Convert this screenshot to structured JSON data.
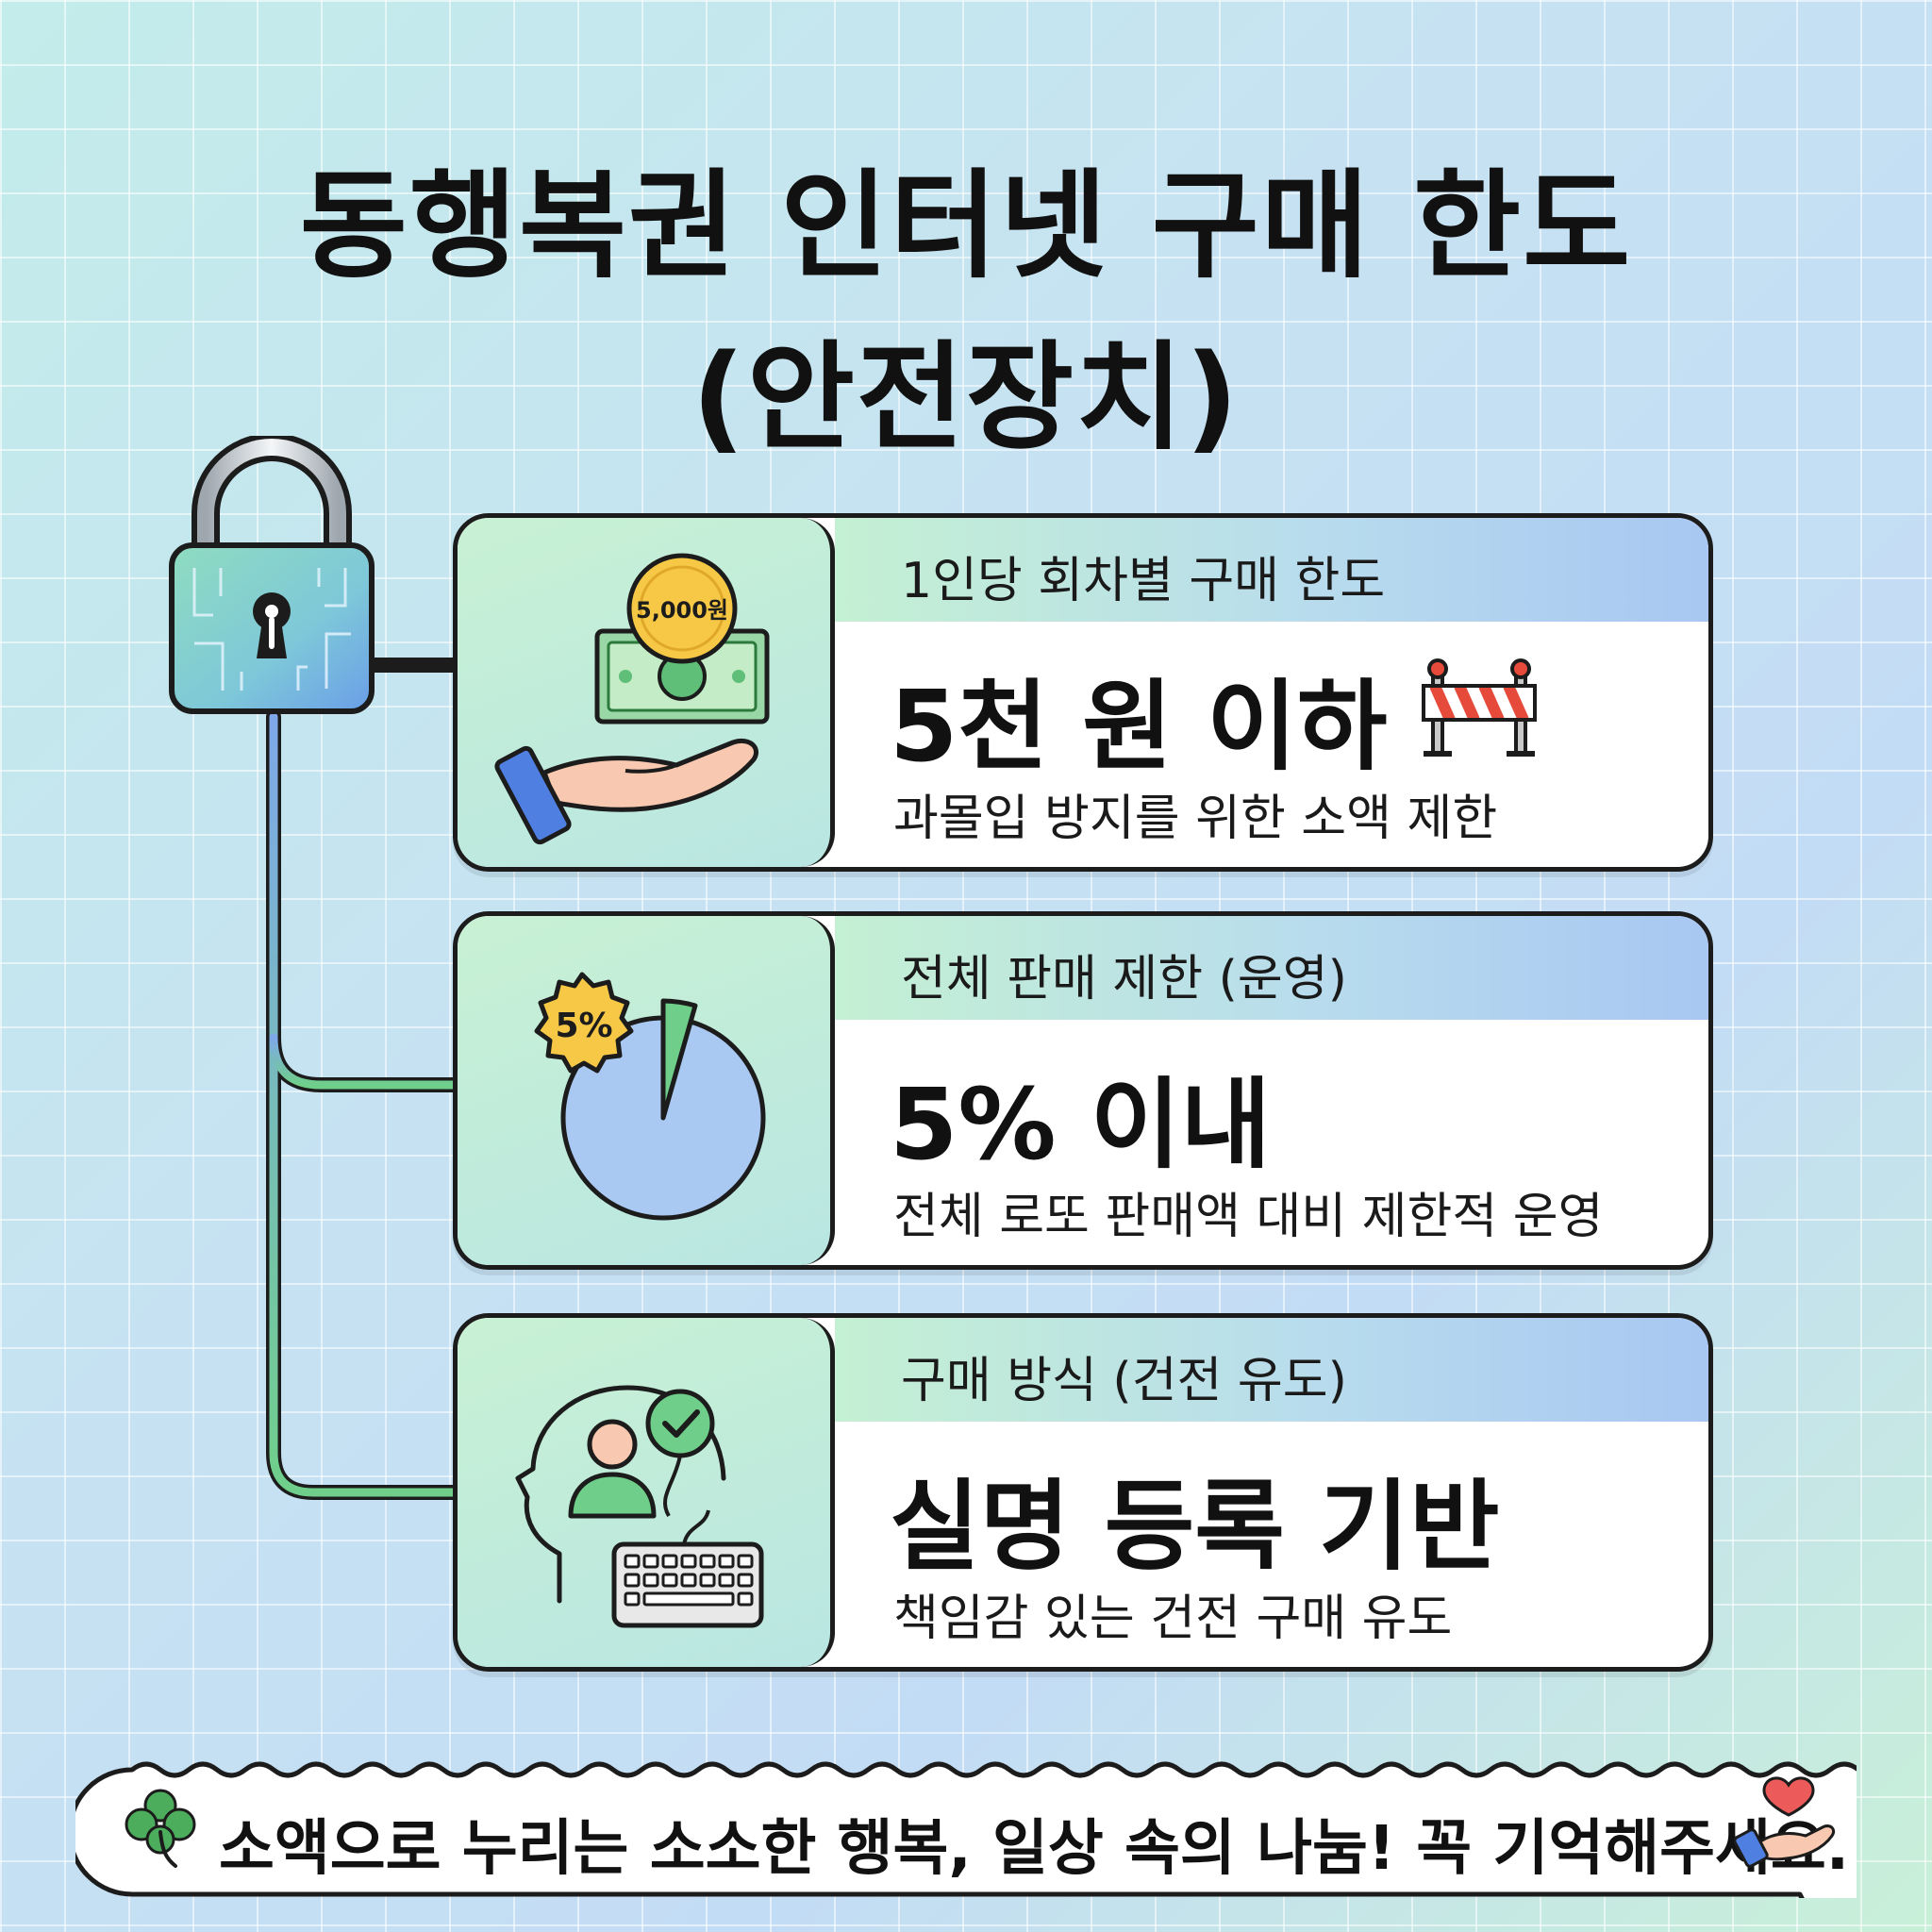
{
  "title": {
    "line1": "동행복권 인터넷 구매 한도",
    "line2": "(안전장치)"
  },
  "cards": [
    {
      "header": "1인당 회차별 구매 한도",
      "value": "5천 원 이하",
      "description": "과몰입 방지를 위한 소액 제한",
      "icon": "hand-money-icon",
      "icon_label": "5,000원",
      "badge_icon": "barricade-icon"
    },
    {
      "header": "전체 판매 제한 (운영)",
      "value": "5% 이내",
      "description": "전체 로또 판매액 대비 제한적 운영",
      "icon": "pie-chart-icon",
      "icon_label": "5%"
    },
    {
      "header": "구매 방식 (건전 유도)",
      "value": "실명 등록 기반",
      "description": "책임감 있는 건전 구매 유도",
      "icon": "head-user-keyboard-icon"
    }
  ],
  "banner": {
    "text": "소액으로 누리는 소소한 행복, 일상 속의 나눔! 꼭 기억해주세요.",
    "left_icon": "clover-icon",
    "right_icon": "heart-hand-icon"
  },
  "colors": {
    "green": "#6fcf8a",
    "blue": "#7fa8ea",
    "pie": "#a9c8f2",
    "coin": "#f6c845"
  }
}
